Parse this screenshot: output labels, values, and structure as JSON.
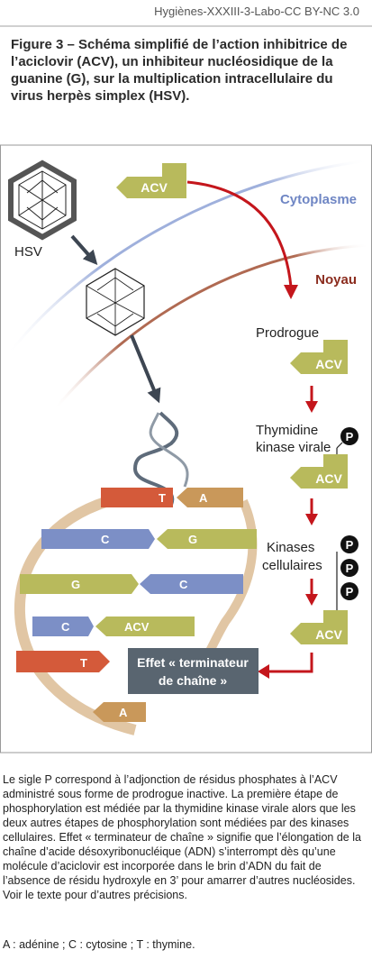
{
  "credit": "Hygiènes-XXXIII-3-Labo-CC BY-NC 3.0",
  "title": "Figure 3 – Schéma simplifié de l’action inhibitrice de l’aciclovir (ACV), un inhibiteur nucléosidique de la guanine (G), sur la multiplication intracellulaire du virus herpès simplex (HSV).",
  "labels": {
    "hsv": "HSV",
    "cytoplasme": "Cytoplasme",
    "noyau": "Noyau",
    "prodrogue": "Prodrogue",
    "acv": "ACV",
    "thymidine_line1": "Thymidine",
    "thymidine_line2": "kinase virale",
    "kinases_line1": "Kinases",
    "kinases_line2": "cellulaires",
    "phosphate": "P",
    "effet_line1": "Effet « terminateur",
    "effet_line2": "de chaîne »"
  },
  "bases": {
    "t": "T",
    "a": "A",
    "c": "C",
    "g": "G"
  },
  "colors": {
    "olive": "#b8ba5c",
    "blue": "#7c8fc6",
    "red": "#d45a3a",
    "tan": "#c9985a",
    "arrow_red": "#c4161c",
    "dark_box": "#596570",
    "cytoplasm_line": "#9fb0dc",
    "nucleus_line": "#b06a52",
    "noyau_text": "#8b2c1e",
    "cytoplasme_text": "#6f86c4"
  },
  "caption": "Le sigle P correspond à l’adjonction de résidus phosphates à l’ACV administré sous forme de prodrogue inactive. La première étape de phosphorylation est médiée par la thymidine kinase virale alors que les deux autres étapes de phosphorylation sont médiées par des kinases cellulaires. Effet « terminateur de chaîne » signifie que l’élongation de la chaîne d’acide désoxyribonucléique (ADN) s’interrompt dès qu’une molécule d’aciclovir est incorporée dans le brin d’ADN du fait de l’absence de résidu hydroxyle en 3’ pour amarrer d’autres nucléosides. Voir le texte pour d’autres précisions.",
  "legend": "A : adénine ; C : cytosine ; T : thymine."
}
